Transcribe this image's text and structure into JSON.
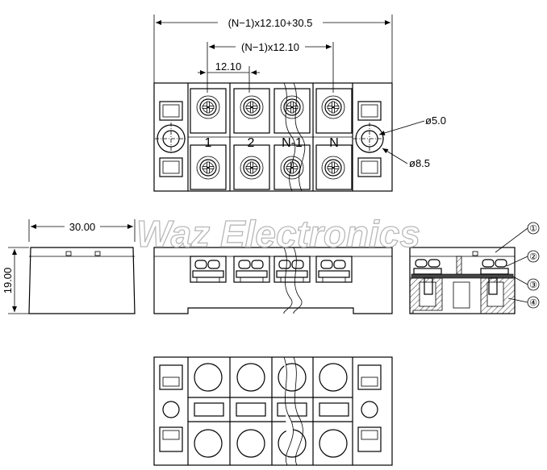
{
  "dimensions": {
    "overall_width": "(N−1)x12.10+30.5",
    "pitch_span": "(N−1)x12.10",
    "pitch": "12.10",
    "hole_small": "ø5.0",
    "hole_large": "ø8.5",
    "depth": "30.00",
    "height": "19.00"
  },
  "terminal_labels": [
    "1",
    "2",
    "N-1",
    "N"
  ],
  "part_callouts": [
    "①",
    "②",
    "③",
    "④"
  ],
  "watermark": "Waz Electronics"
}
